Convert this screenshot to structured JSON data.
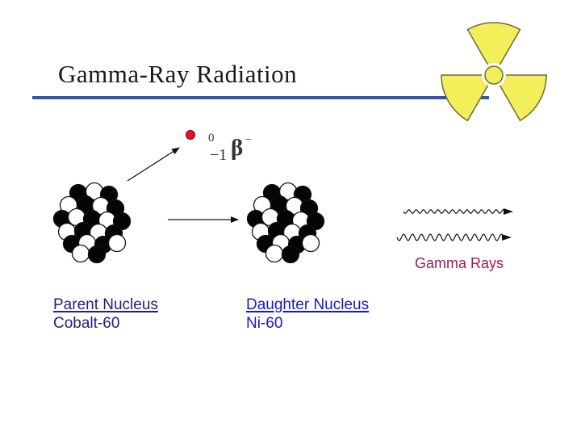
{
  "title": "Gamma-Ray Radiation",
  "colors": {
    "title_rule": "#3355a8",
    "trefoil_yellow": "#f2ef5a",
    "beta_particle": "#e8102a",
    "gamma_label": "#a0185a",
    "parent_text": "#22227a",
    "daughter_text": "#1818c8"
  },
  "icons": [
    "radiation-trefoil-icon",
    "beta-particle-icon",
    "arrow-icon",
    "gamma-wave-icon"
  ],
  "beta_notation": {
    "superscript": "0",
    "subscript": "−1",
    "symbol": "β",
    "charge": "−"
  },
  "parent": {
    "title": "Parent Nucleus",
    "name": "Cobalt-60"
  },
  "daughter": {
    "title": "Daughter Nucleus",
    "name": "Ni-60"
  },
  "gamma_label": "Gamma Rays"
}
